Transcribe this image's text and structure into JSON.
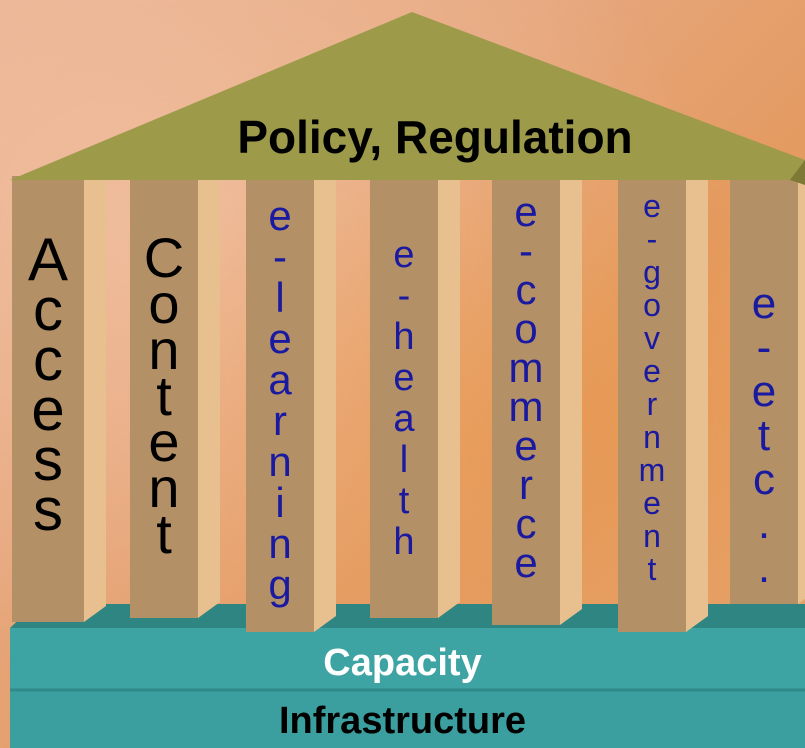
{
  "roof": {
    "label": "Policy, Regulation"
  },
  "pillars": [
    {
      "label": "Access"
    },
    {
      "label": "Content"
    },
    {
      "label": "e-learning"
    },
    {
      "label": "e-health"
    },
    {
      "label": "e-commerce"
    },
    {
      "label": "e-government"
    },
    {
      "label": "e-etc.."
    }
  ],
  "base": {
    "capacity_label": "Capacity",
    "infrastructure_label": "Infrastructure"
  },
  "colors": {
    "roof": "#9d9a4a",
    "pillar_front": "#b39066",
    "pillar_side": "#e8bf8f",
    "base": "#3ea3a3",
    "base_top": "#2f8582",
    "dark_text": "#000000",
    "blue_text": "#1a1aa0"
  }
}
